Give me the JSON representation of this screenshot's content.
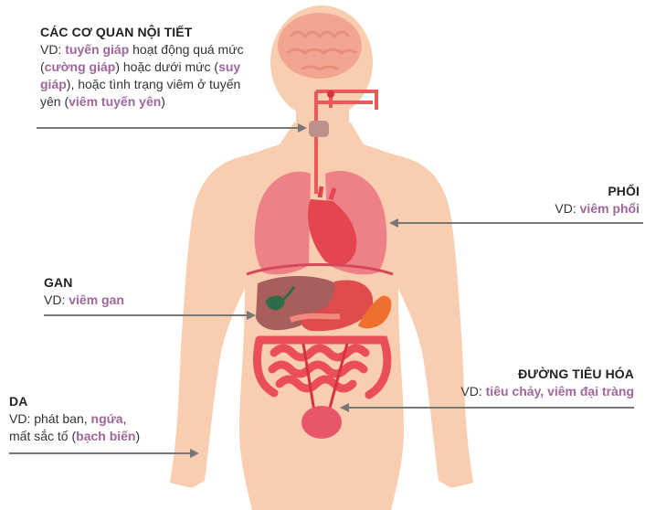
{
  "colors": {
    "skin": "#f8cdb0",
    "highlight": "#a0669a",
    "text": "#333333",
    "arrow": "#777777",
    "lung": "#ee8088",
    "liver": "#a95e5e",
    "stomach": "#e04c4c",
    "intestine": "#e94e59",
    "brain": "#f2a590",
    "gallbladder": "#2e6b48",
    "spleen": "#ee6f2e",
    "bladder": "#e8566a"
  },
  "endocrine": {
    "title": "CÁC CƠ QUAN NỘI TIẾT",
    "l1_a": "VD: ",
    "l1_b": "tuyến giáp",
    "l1_c": " hoạt động quá mức",
    "l2_a": "(",
    "l2_b": "cường giáp",
    "l2_c": ") hoặc dưới mức (",
    "l2_d": "suy",
    "l3_a": "giáp",
    "l3_b": "), hoặc tình trạng viêm ở tuyến",
    "l4_a": "yên (",
    "l4_b": "viêm tuyến yên",
    "l4_c": ")"
  },
  "lungs": {
    "title": "PHỔI",
    "prefix": "VD: ",
    "example": "viêm phổi"
  },
  "liver": {
    "title": "GAN",
    "prefix": "VD: ",
    "example": "viêm gan"
  },
  "digestive": {
    "title": "ĐƯỜNG TIÊU HÓA",
    "prefix": "VD: ",
    "ex1": "tiêu chảy",
    "sep": ", ",
    "ex2": "viêm đại tràng"
  },
  "skin": {
    "title": "DA",
    "l1_a": "VD: phát ban, ",
    "l1_b": "ngứa",
    "l1_c": ",",
    "l2_a": "mất sắc tố (",
    "l2_b": "bạch biến",
    "l2_c": ")"
  }
}
